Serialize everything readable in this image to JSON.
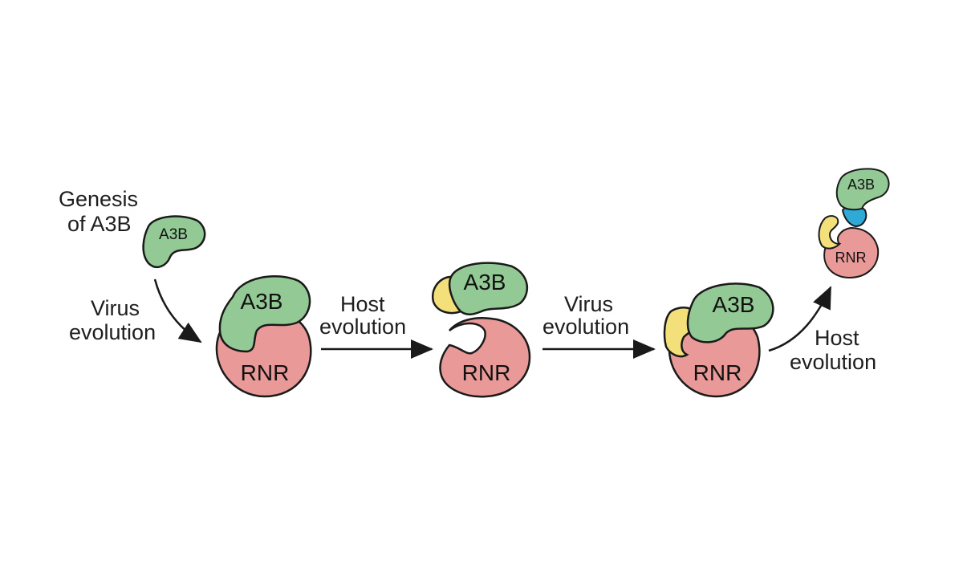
{
  "labels": {
    "genesis_line1": "Genesis",
    "genesis_line2": "of A3B",
    "virus_evo_1_line1": "Virus",
    "virus_evo_1_line2": "evolution",
    "host_evo_1_line1": "Host",
    "host_evo_1_line2": "evolution",
    "virus_evo_2_line1": "Virus",
    "virus_evo_2_line2": "evolution",
    "host_evo_2_line1": "Host",
    "host_evo_2_line2": "evolution"
  },
  "molecules": {
    "a3b_label": "A3B",
    "rnr_label": "RNR"
  },
  "colors": {
    "a3b": "#93c994",
    "rnr": "#e99a98",
    "viral_yellow": "#f4e07a",
    "host_blue": "#2fa9d6",
    "outline": "#1a1a1a",
    "arrow": "#1a1a1a"
  }
}
